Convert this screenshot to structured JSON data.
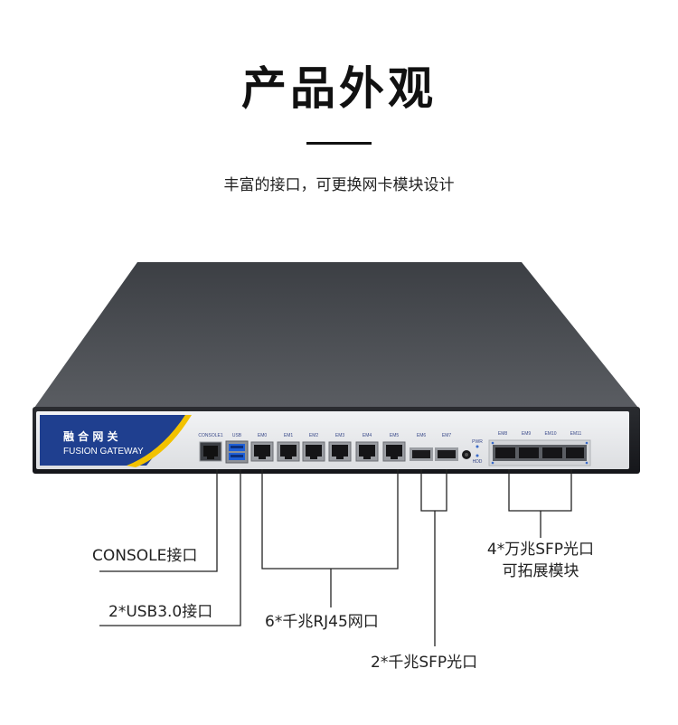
{
  "header": {
    "title": "产品外观",
    "subtitle": "丰富的接口，可更换网卡模块设计"
  },
  "device": {
    "brand_cn": "融 合 网 关",
    "brand_en": "FUSION GATEWAY",
    "port_labels": {
      "console": "CONSOLE1",
      "usb": "USB",
      "em0": "EM0",
      "em1": "EM1",
      "em2": "EM2",
      "em3": "EM3",
      "em4": "EM4",
      "em5": "EM5",
      "em6": "EM6",
      "em7": "EM7",
      "pwr": "PWR",
      "hdd": "HDD",
      "em8": "EM8",
      "em9": "EM9",
      "em10": "EM10",
      "em11": "EM11"
    },
    "colors": {
      "panel_blue": "#1f3f8f",
      "accent_yellow": "#f2c200",
      "chassis_top": "#4a4d52",
      "front_face": "#e9eaec"
    }
  },
  "callouts": {
    "console": "CONSOLE接口",
    "usb": "2*USB3.0接口",
    "rj45": "6*千兆RJ45网口",
    "sfp": "2*千兆SFP光口",
    "sfp10g_line1": "4*万兆SFP光口",
    "sfp10g_line2": "可拓展模块"
  }
}
